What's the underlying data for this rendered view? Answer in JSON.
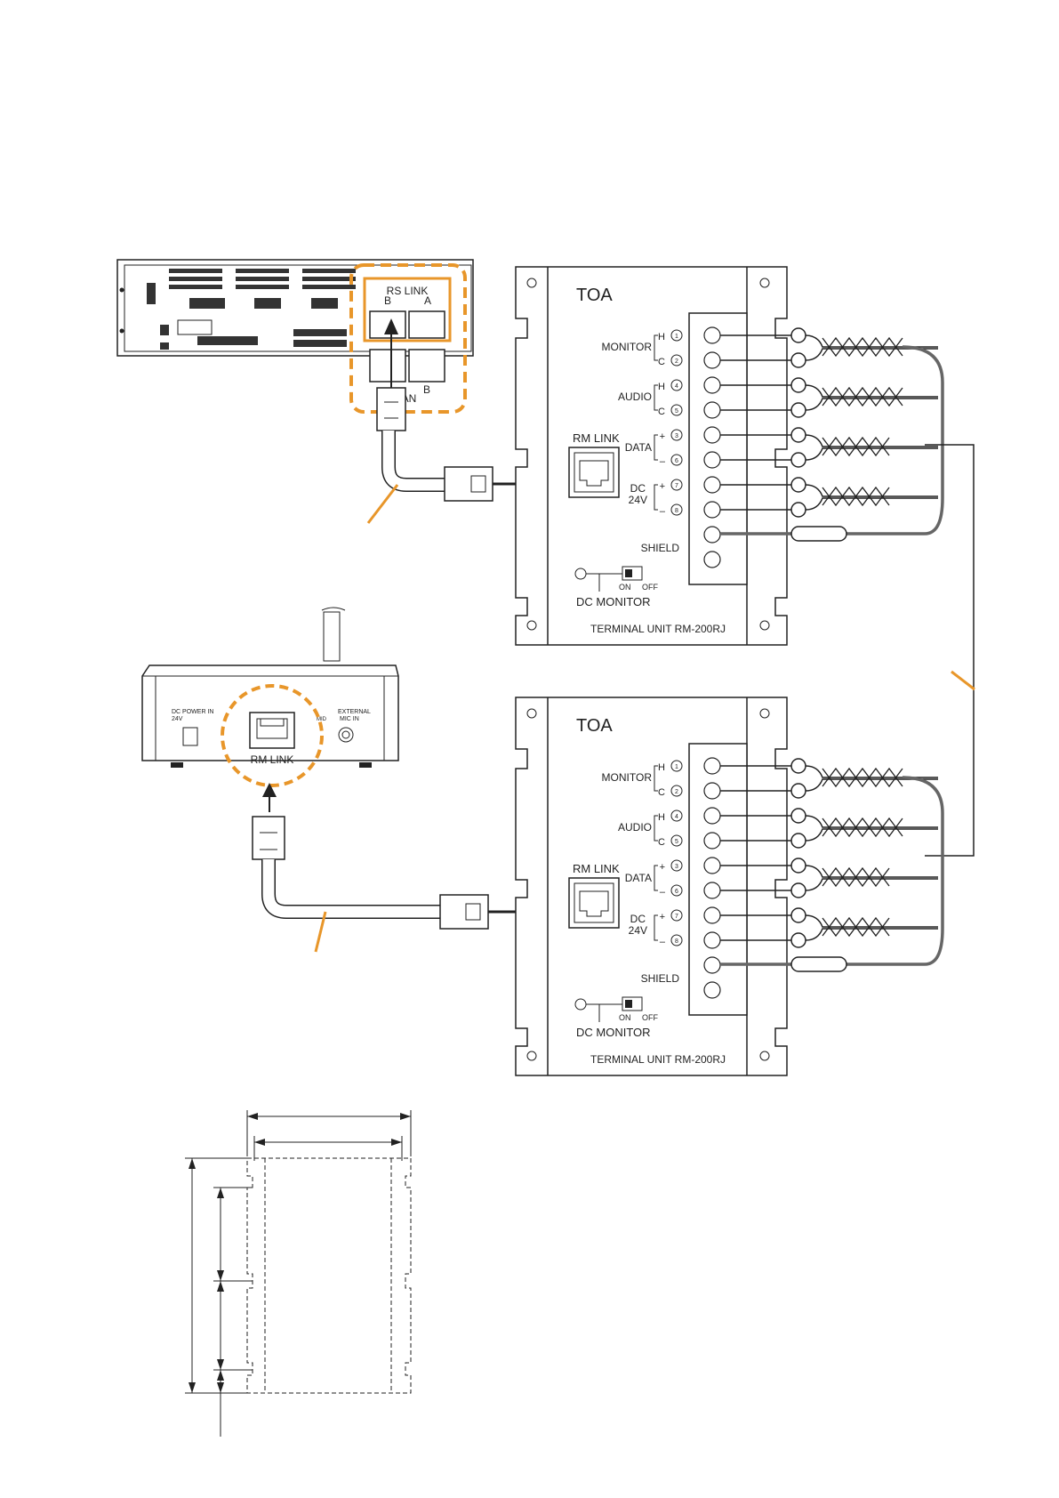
{
  "brand": "TOA",
  "mixer": {
    "rs_link_title": "RS LINK",
    "port_b": "B",
    "port_a": "A",
    "lan_b": "B",
    "lan_partial": "AN"
  },
  "terminal_units": [
    {
      "model_label": "TERMINAL UNIT  RM-200RJ",
      "rm_link": "RM LINK",
      "groups": {
        "monitor": "MONITOR",
        "audio": "AUDIO",
        "data": "DATA",
        "dc": "DC",
        "dc_voltage": "24V",
        "shield": "SHIELD"
      },
      "terminal_marks": {
        "h": "H",
        "c": "C",
        "plus": "+",
        "minus": "–"
      },
      "terminal_numbers": [
        "1",
        "2",
        "4",
        "5",
        "3",
        "6",
        "7",
        "8"
      ],
      "switch": {
        "on": "ON",
        "off": "OFF",
        "title": "DC MONITOR"
      }
    },
    {
      "model_label": "TERMINAL UNIT  RM-200RJ",
      "rm_link": "RM LINK",
      "groups": {
        "monitor": "MONITOR",
        "audio": "AUDIO",
        "data": "DATA",
        "dc": "DC",
        "dc_voltage": "24V",
        "shield": "SHIELD"
      },
      "terminal_marks": {
        "h": "H",
        "c": "C",
        "plus": "+",
        "minus": "–"
      },
      "terminal_numbers": [
        "1",
        "2",
        "4",
        "5",
        "3",
        "6",
        "7",
        "8"
      ],
      "switch": {
        "on": "ON",
        "off": "OFF",
        "title": "DC MONITOR"
      }
    }
  ],
  "microphone": {
    "dc_power_in": "DC POWER IN",
    "dc_power_volt": "24V",
    "rm_link": "RM LINK",
    "external_mic_in_1": "EXTERNAL",
    "external_mic_in_2": "MIC IN",
    "mid": "MID"
  },
  "colors": {
    "accent_orange": "#e8962a",
    "line": "#2a2a2a",
    "cable_gray": "#777777"
  }
}
